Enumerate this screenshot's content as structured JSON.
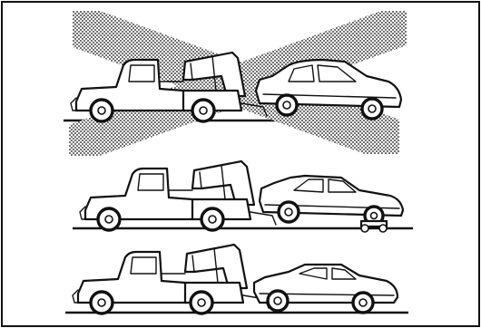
{
  "figure": {
    "description_text": "",
    "colors": {
      "line": "#111111",
      "background": "#ffffff",
      "hatch": "#3a3a3a"
    },
    "panels": [
      {
        "id": "top",
        "method": "lift-front-of-car-by-bumper",
        "status": "incorrect",
        "marker": "x-cross-icon"
      },
      {
        "id": "middle",
        "method": "lift-rear-with-front-wheels-on-dolly",
        "status": "correct"
      },
      {
        "id": "bottom",
        "method": "lift-front-with-wheel-lift",
        "status": "correct"
      }
    ]
  }
}
